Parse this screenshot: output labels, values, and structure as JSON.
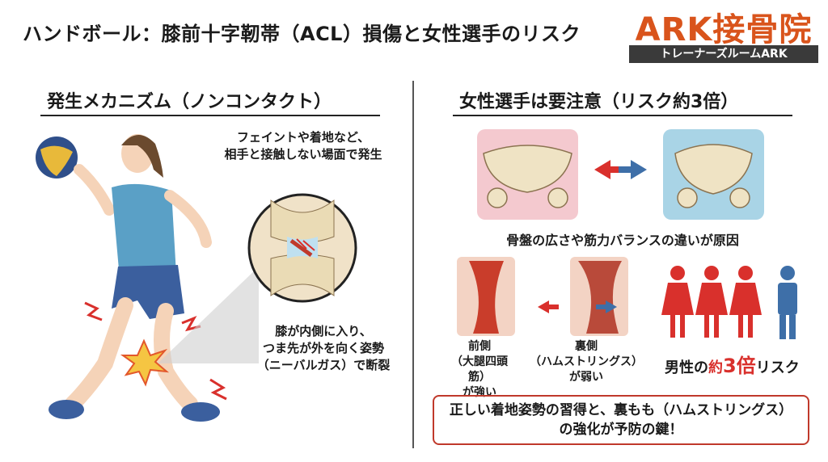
{
  "header": {
    "title": "ハンドボール：膝前十字靭帯（ACL）損傷と女性選手のリスク"
  },
  "logo": {
    "main": "ARK接骨院",
    "sub": "トレーナーズルームARK"
  },
  "left_section": {
    "heading": "発生メカニズム（ノンコンタクト）",
    "caption_top": [
      "フェイントや着地など、",
      "相手と接触しない場面で発生"
    ],
    "caption_knee": [
      "膝が内側に入り、",
      "つま先が外を向く姿勢",
      "（ニーバルガス）で断裂"
    ]
  },
  "right_section": {
    "heading": "女性選手は要注意（リスク約3倍）",
    "pelvis_caption": "骨盤の広さや筋力バランスの違いが原因",
    "muscle_front": [
      "前側",
      "（大腿四頭筋）",
      "が強い"
    ],
    "muscle_back": [
      "裏側",
      "（ハムストリングス）",
      "が弱い"
    ],
    "risk_prefix": "男性の",
    "risk_mid": "約",
    "risk_num": "3倍",
    "risk_suffix": "リスク",
    "callout": [
      "正しい着地姿勢の習得と、裏もも（ハムストリングス）",
      "の強化が予防の鍵！"
    ]
  },
  "colors": {
    "accent": "#d9541c",
    "female_red": "#d9302c",
    "male_blue": "#3e6fa8",
    "female_bg": "#f4c9cf",
    "male_bg": "#a9d4e6"
  }
}
